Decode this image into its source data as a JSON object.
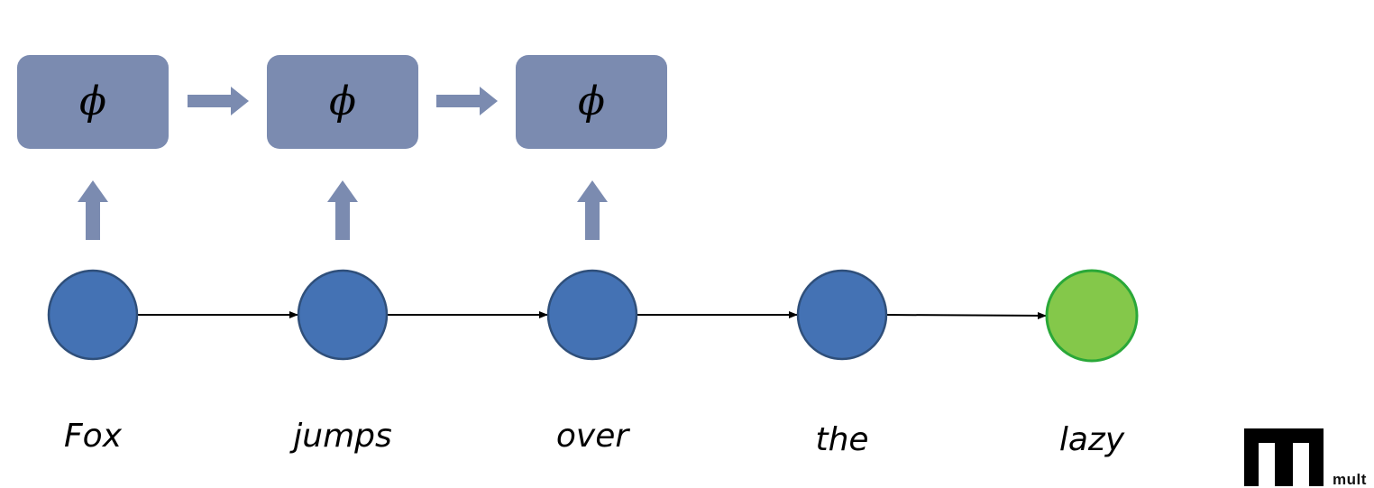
{
  "diagram": {
    "phi_boxes": [
      {
        "symbol": "ϕ"
      },
      {
        "symbol": "ϕ"
      },
      {
        "symbol": "ϕ"
      }
    ],
    "nodes": [
      {
        "word": "Fox",
        "state": "processed"
      },
      {
        "word": "jumps",
        "state": "processed"
      },
      {
        "word": "over",
        "state": "processed"
      },
      {
        "word": "the",
        "state": "unprocessed"
      },
      {
        "word": "lazy",
        "state": "target"
      }
    ]
  },
  "colors": {
    "box_fill": "#7b8bb0",
    "box_arrow": "#7b8bb0",
    "node_blue_fill": "#4472b4",
    "node_blue_stroke": "#2f4f7a",
    "node_green_fill": "#84c84a",
    "node_green_stroke": "#2aa838",
    "line": "#000000"
  },
  "logo": {
    "text": "mult",
    "icon": "h-logo-icon"
  }
}
